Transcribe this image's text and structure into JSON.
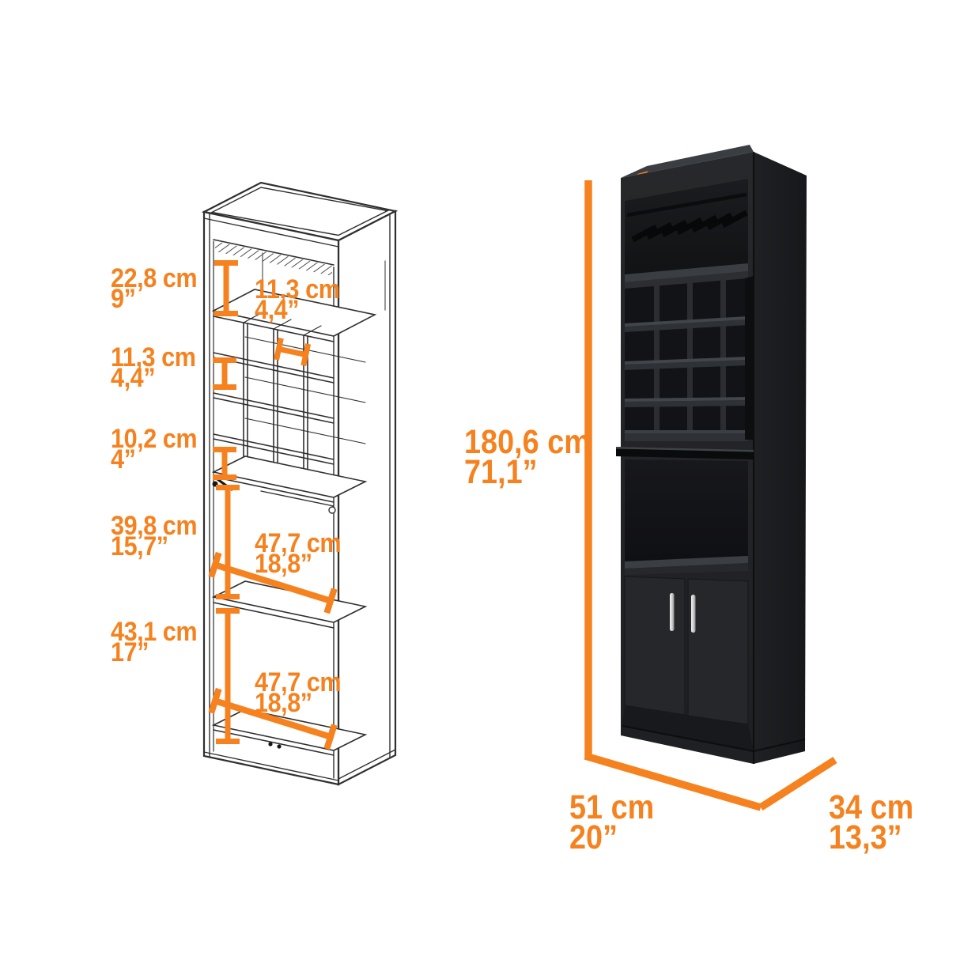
{
  "colors": {
    "accent": "#F5821F",
    "cabinet_black": "#222428",
    "line_gray": "#2f2f2f"
  },
  "left_diagram": {
    "description_names": [
      "stemware-section-height",
      "cubby-height",
      "cubby-width",
      "gap-height",
      "middle-section-height",
      "shelf-width-upper",
      "bottom-section-height",
      "shelf-width-lower"
    ],
    "side_labels": [
      {
        "cm": "22,8 cm",
        "inch": "9”"
      },
      {
        "cm": "11,3 cm",
        "inch": "4,4”"
      },
      {
        "cm": "10,2 cm",
        "inch": "4”"
      },
      {
        "cm": "39,8 cm",
        "inch": "15,7”"
      },
      {
        "cm": "43,1 cm",
        "inch": "17”"
      }
    ],
    "inner_labels": [
      {
        "cm": "11,3 cm",
        "inch": "4,4”"
      },
      {
        "cm": "47,7 cm",
        "inch": "18,8”"
      },
      {
        "cm": "47,7 cm",
        "inch": "18,8”"
      }
    ]
  },
  "right_diagram": {
    "height": {
      "cm": "180,6 cm",
      "inch": "71,1”"
    },
    "depth": {
      "cm": "51 cm",
      "inch": "20”"
    },
    "width": {
      "cm": "34 cm",
      "inch": "13,3”"
    }
  }
}
